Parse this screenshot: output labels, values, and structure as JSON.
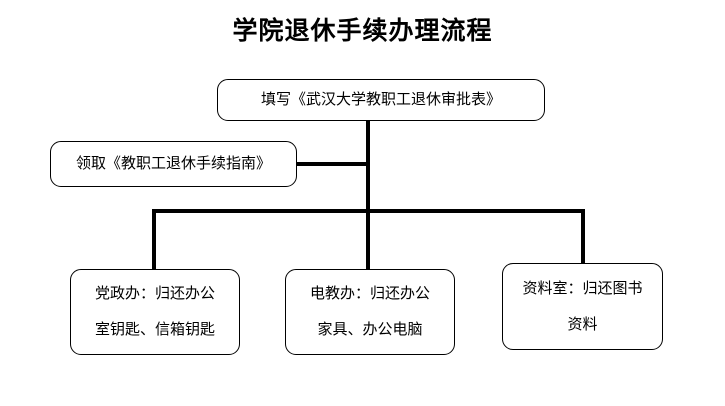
{
  "diagram": {
    "title": "学院退休手续办理流程",
    "type": "flowchart",
    "background_color": "#ffffff",
    "line_color": "#000000",
    "nodes": [
      {
        "id": "top",
        "name": "fill-approval-form",
        "lines": [
          "填写《武汉大学教职工退休审批表》"
        ],
        "shape": "rounded-rectangle"
      },
      {
        "id": "guide",
        "name": "receive-retirement-guide",
        "lines": [
          "领取《教职工退休手续指南》"
        ],
        "shape": "rounded-rectangle"
      },
      {
        "id": "dangzheng",
        "name": "party-admin-office",
        "lines": [
          "党政办：归还办公",
          "室钥匙、信箱钥匙"
        ],
        "shape": "rounded-rectangle"
      },
      {
        "id": "dianjiao",
        "name": "av-education-office",
        "lines": [
          "电教办：归还办公",
          "家具、办公电脑"
        ],
        "shape": "rounded-rectangle"
      },
      {
        "id": "ziliao",
        "name": "archives-room",
        "lines": [
          "资料室：归还图书",
          "资料"
        ],
        "shape": "rounded-rectangle"
      }
    ],
    "edges": [
      {
        "from": "top",
        "to": "guide",
        "style": "orthogonal"
      },
      {
        "from": "top",
        "to": "dangzheng",
        "style": "orthogonal"
      },
      {
        "from": "top",
        "to": "dianjiao",
        "style": "orthogonal"
      },
      {
        "from": "top",
        "to": "ziliao",
        "style": "orthogonal"
      }
    ]
  }
}
